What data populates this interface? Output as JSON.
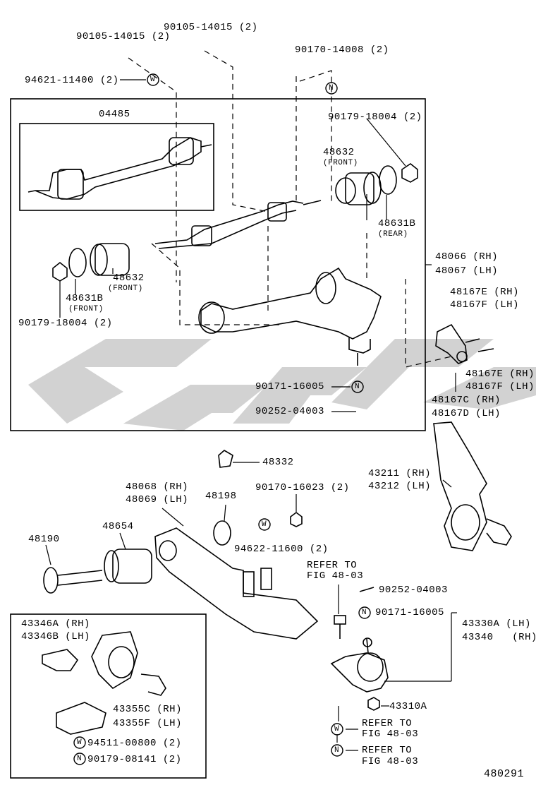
{
  "diagram_id": "480291",
  "labels": {
    "b1": "90105-14015 (2)",
    "b2": "90105-14015 (2)",
    "n1": "90170-14008 (2)",
    "w1": "94621-11400 (2)",
    "kit": "04485",
    "nut_r": "90179-18004 (2)",
    "bush_front_r": "48632",
    "bush_front_r_note": "(FRONT)",
    "bush_rear": "48631B",
    "bush_rear_note": "(REAR)",
    "bush_front_l": "48632",
    "bush_front_l_note": "(FRONT)",
    "washer_front": "48631B",
    "washer_front_note": "(FRONT)",
    "nut_l": "90179-18004 (2)",
    "arm_rh": "48066 (RH)",
    "arm_lh": "48067 (LH)",
    "brk_e": "48167E (RH)",
    "brk_f": "48167F (LH)",
    "brk_e2": "48167E (RH)",
    "brk_f2": "48167F (LH)",
    "brk_c": "48167C (RH)",
    "brk_d": "48167D (LH)",
    "nut_bj": "90171-16005",
    "pin_bj": "90252-04003",
    "bumper": "48332",
    "knuckle_rh": "43211 (RH)",
    "knuckle_lh": "43212 (LH)",
    "larm_rh": "48068 (RH)",
    "larm_lh": "48069 (LH)",
    "cush": "48198",
    "nut_l2": "90170-16023 (2)",
    "bush_l": "48654",
    "bolt_l": "48190",
    "washer_l": "94622-11600 (2)",
    "refer1": "REFER TO",
    "refer1b": "FIG 48-03",
    "pin_l": "90252-04003",
    "nut_l3": "90171-16005",
    "bj_lh": "43330A (LH)",
    "bj_rh": "43340   (RH)",
    "nut_bj2": "43310A",
    "refer2": "REFER TO",
    "refer2b": "FIG 48-03",
    "refer3": "REFER TO",
    "refer3b": "FIG 48-03",
    "dc_rh": "43346A (RH)",
    "dc_lh": "43346B (LH)",
    "sh_rh": "43355C (RH)",
    "sh_lh": "43355F (LH)",
    "w_inset": "94511-00800 (2)",
    "n_inset": "90179-08141 (2)"
  },
  "markers": {
    "w": "W",
    "n": "N"
  },
  "colors": {
    "line": "#000000",
    "watermark": "#d2d2d2"
  }
}
